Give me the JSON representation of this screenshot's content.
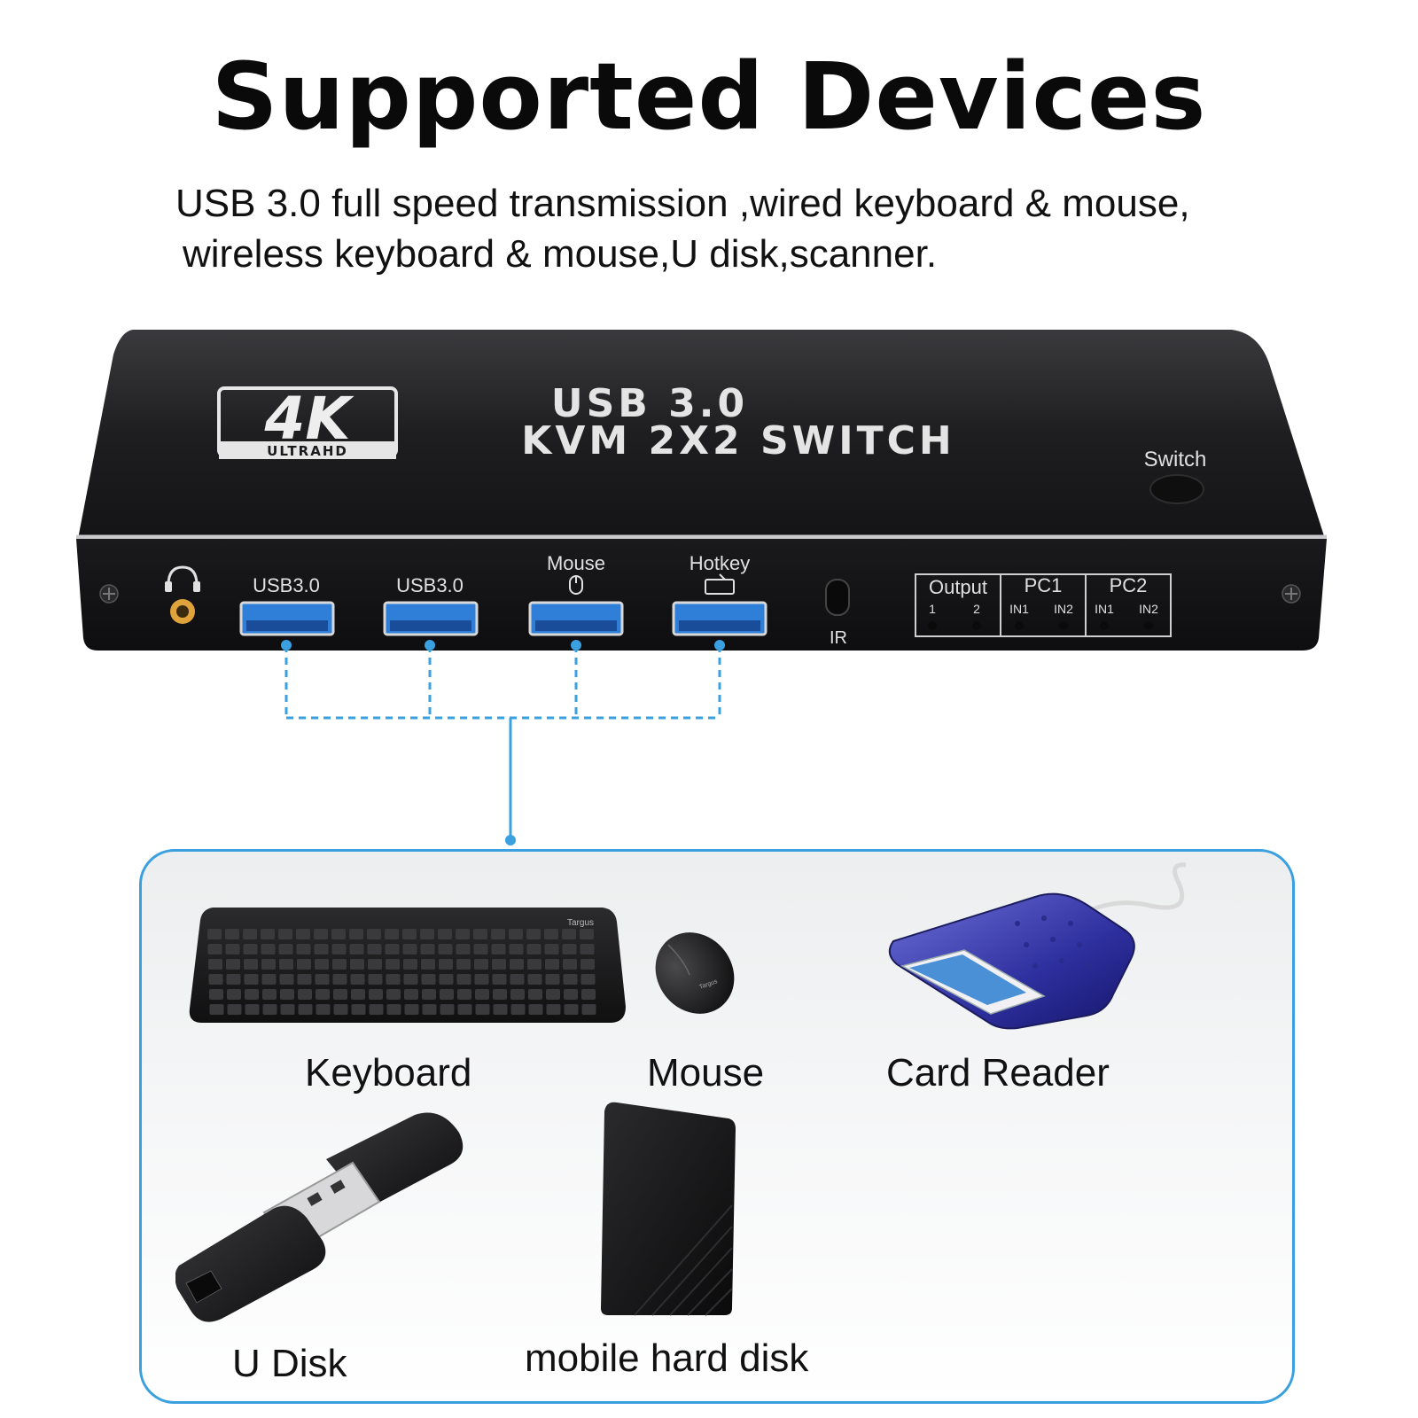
{
  "header": {
    "title": "Supported Devices",
    "subtitle_line1": "USB 3.0 full speed transmission ,wired keyboard & mouse,",
    "subtitle_line2": "wireless keyboard & mouse,U disk,scanner."
  },
  "device": {
    "badge_main": "4K",
    "badge_sub": "ULTRAHD",
    "product_line1": "USB 3.0",
    "product_line2": "KVM 2X2 SWITCH",
    "switch_label": "Switch",
    "ports": [
      {
        "top_label": "USB3.0"
      },
      {
        "top_label": "USB3.0"
      },
      {
        "top_label": "Mouse"
      },
      {
        "top_label": "Hotkey"
      }
    ],
    "ir_label": "IR",
    "output_group": {
      "label": "Output",
      "sub": [
        "1",
        "2"
      ]
    },
    "pc1_group": {
      "label": "PC1",
      "sub": [
        "IN1",
        "IN2"
      ]
    },
    "pc2_group": {
      "label": "PC2",
      "sub": [
        "IN1",
        "IN2"
      ]
    }
  },
  "devices": [
    {
      "label": "Keyboard",
      "icon": "keyboard-image"
    },
    {
      "label": "Mouse",
      "icon": "mouse-image"
    },
    {
      "label": "Card Reader",
      "icon": "card-reader-image"
    },
    {
      "label": "U Disk",
      "icon": "usb-disk-image"
    },
    {
      "label": "mobile hard disk",
      "icon": "hard-disk-image"
    }
  ],
  "keyboard_brand": "Targus",
  "colors": {
    "accent": "#3aa0e0",
    "device_body": "#1b1b1d",
    "port_blue": "#2f7fd8",
    "audio_jack": "#e0a23a"
  }
}
